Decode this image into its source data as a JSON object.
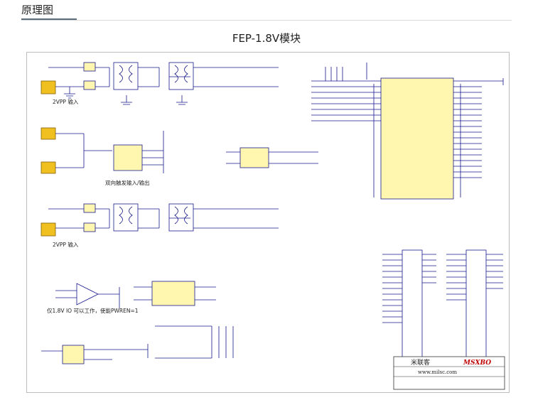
{
  "header": {
    "section_label": "原理图"
  },
  "title": "FEP-1.8V模块",
  "schematic": {
    "labels": {
      "input_top": "2VPP 输入",
      "input_bottom": "2VPP 输入",
      "trigger": "双向触发输入/输出",
      "note": "仅1.8V IO 可以工作，使能PWREN=1"
    },
    "title_block": {
      "company": "米联客",
      "brand": "MSXBO",
      "website": "www.milsc.com"
    }
  },
  "colors": {
    "wire": "#1a1a8c",
    "ic_fill": "#fff7b0",
    "gnd": "#d00000",
    "label": "#b00000"
  }
}
